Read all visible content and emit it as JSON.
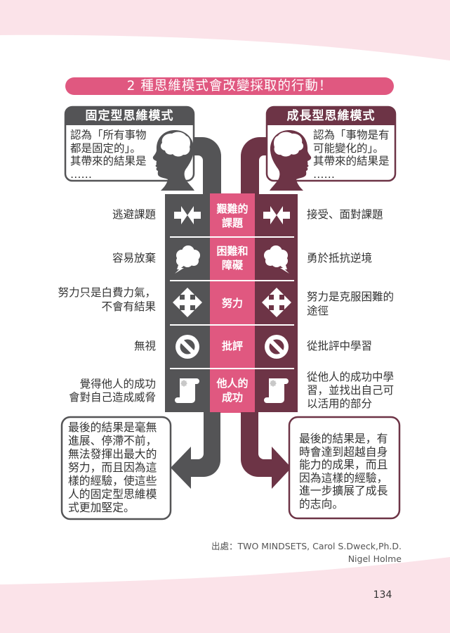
{
  "title": "2 種思維模式會改變採取的行動！",
  "colors": {
    "pink_accent": "#e05880",
    "fixed_gray": "#545456",
    "growth_maroon": "#6d3446",
    "page_wave": "#fbe3e9"
  },
  "fixed_mindset": {
    "heading": "固定型思維模式",
    "belief_lines": [
      "認為「所有事物",
      "都是固定的」。",
      "其帶來的結果是",
      "……"
    ],
    "result_lines": [
      "最後的結果是毫無",
      "進展、停滯不前，",
      "無法發揮出最大的",
      "努力，而且因為這",
      "樣的經驗，使這些",
      "人的固定型思維模",
      "式更加堅定。"
    ]
  },
  "growth_mindset": {
    "heading": "成長型思維模式",
    "belief_lines": [
      "認為「事物是有",
      "可能變化的」。",
      "其帶來的結果是",
      "……"
    ],
    "result_lines": [
      "最後的結果是，有",
      "時會達到超越自身",
      "能力的成果，而且",
      "因為這樣的經驗，",
      "進一步擴展了成長",
      "的志向。"
    ]
  },
  "rows": [
    {
      "topic_lines": [
        "艱難的",
        "課題"
      ],
      "fixed_lines": [
        "逃避課題"
      ],
      "growth_lines": [
        "接受、面對課題"
      ],
      "icon": "inward-arrows-icon"
    },
    {
      "topic_lines": [
        "困難和",
        "障礙"
      ],
      "fixed_lines": [
        "容易放棄"
      ],
      "growth_lines": [
        "勇於抵抗逆境"
      ],
      "icon": "storm-cloud-icon"
    },
    {
      "topic_lines": [
        "努力"
      ],
      "fixed_lines": [
        "努力只是白費力氣，",
        "不會有結果"
      ],
      "growth_lines": [
        "努力是克服困難的",
        "途徑"
      ],
      "icon": "four-way-arrows-icon"
    },
    {
      "topic_lines": [
        "批評"
      ],
      "fixed_lines": [
        "無視"
      ],
      "growth_lines": [
        "從批評中學習"
      ],
      "icon": "prohibition-icon"
    },
    {
      "topic_lines": [
        "他人的",
        "成功"
      ],
      "fixed_lines": [
        "覺得他人的成功",
        "會對自己造成威脅"
      ],
      "growth_lines": [
        "從他人的成功中學",
        "習，並找出自己可",
        "以活用的部分"
      ],
      "icon": "scroll-icon"
    }
  ],
  "source": {
    "lines": [
      "出處：TWO MINDSETS, Carol S.Dweck,Ph.D.",
      "Nigel Holme"
    ]
  },
  "page_number": "134"
}
